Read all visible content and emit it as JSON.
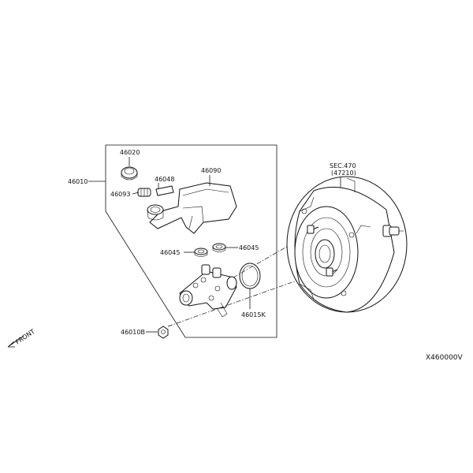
{
  "parts": {
    "p46020": "46020",
    "p46010": "46010",
    "p46048": "46048",
    "p46090": "46090",
    "p46093": "46093",
    "p46045_left": "46045",
    "p46045_right": "46045",
    "p46015k": "46015K",
    "p46010b": "46010B"
  },
  "section_ref": {
    "line1": "SEC.470",
    "line2": "(47210)"
  },
  "front_label": "FRONT",
  "diagram_code": "X460000V"
}
